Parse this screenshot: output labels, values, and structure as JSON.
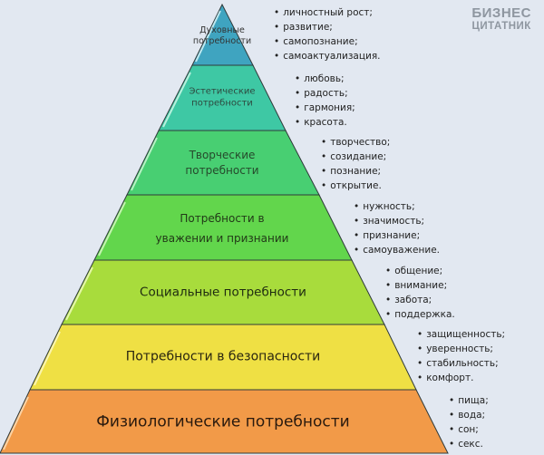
{
  "watermark": {
    "line1": "БИЗНЕС",
    "line2": "ЦИТАТНИК"
  },
  "pyramid": {
    "layers": [
      {
        "label_line1": "Духовные",
        "label_line2": "потребности",
        "color": "#3fa4c0",
        "items": [
          "личностный рост;",
          "развитие;",
          "самопознание;",
          "самоактуализация."
        ]
      },
      {
        "label_line1": "Эстетические",
        "label_line2": "потребности",
        "color": "#3ec8a4",
        "items": [
          "любовь;",
          "радость;",
          "гармония;",
          "красота."
        ]
      },
      {
        "label_line1": "Творческие",
        "label_line2": "потребности",
        "color": "#48cf72",
        "items": [
          "творчество;",
          "созидание;",
          "познание;",
          "открытие."
        ]
      },
      {
        "label_line1": "Потребности в",
        "label_line2": "уважении и признании",
        "color": "#62d64c",
        "items": [
          "нужность;",
          "значимость;",
          "признание;",
          "самоуважение."
        ]
      },
      {
        "label_line1": "Социальные потребности",
        "label_line2": "",
        "color": "#a8dc3c",
        "items": [
          "общение;",
          "внимание;",
          "забота;",
          "поддержка."
        ]
      },
      {
        "label_line1": "Потребности в безопасности",
        "label_line2": "",
        "color": "#efe044",
        "items": [
          "защищенность;",
          "уверенность;",
          "стабильность;",
          "комфорт."
        ]
      },
      {
        "label_line1": "Физиологические потребности",
        "label_line2": "",
        "color": "#f29a48",
        "items": [
          "пища;",
          "вода;",
          "сон;",
          "секс."
        ]
      }
    ]
  }
}
